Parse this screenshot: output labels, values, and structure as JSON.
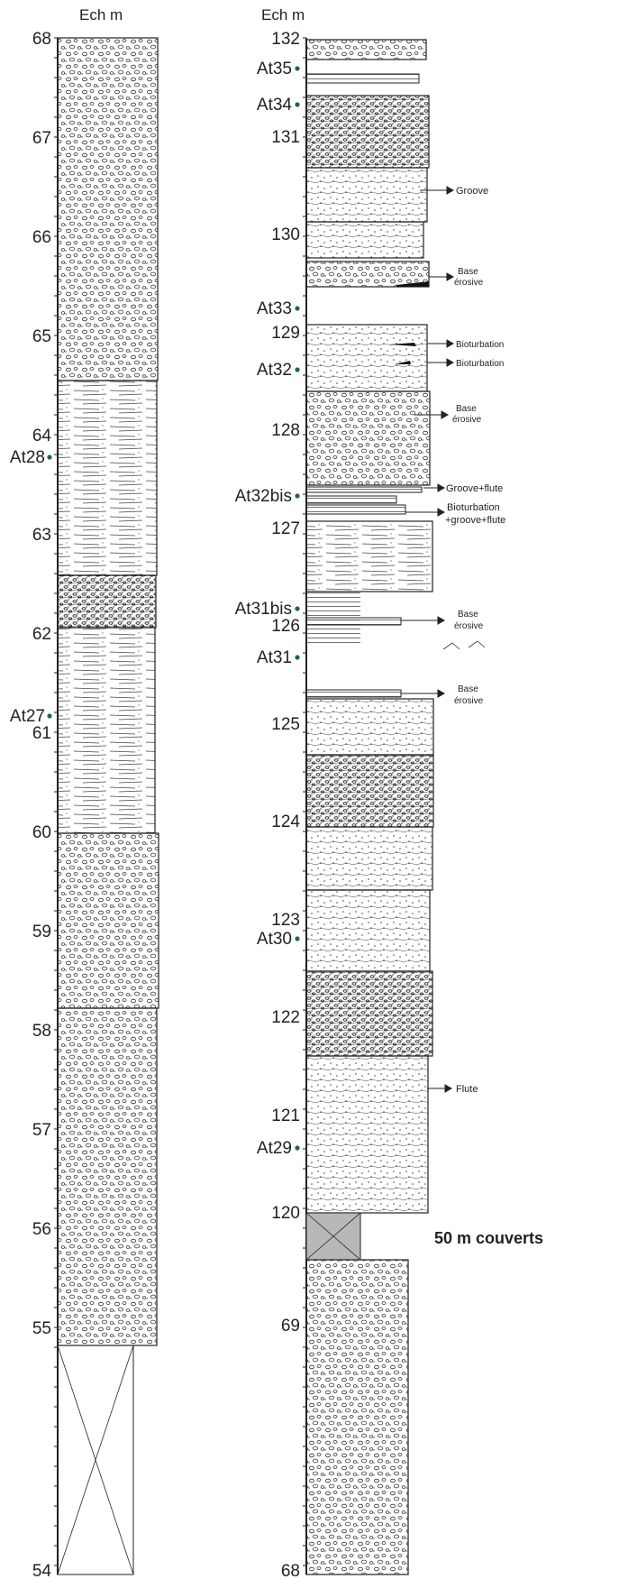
{
  "left_column": {
    "header": "Ech  m",
    "ticks": [
      "68",
      "67",
      "66",
      "65",
      "64",
      "63",
      "62",
      "61",
      "60",
      "59",
      "58",
      "57",
      "56",
      "55",
      "54"
    ],
    "samples": [
      "At28",
      "At27"
    ]
  },
  "right_column": {
    "header": "Ech  m",
    "ticks": [
      "132",
      "131",
      "130",
      "129",
      "128",
      "127",
      "126",
      "125",
      "124",
      "123",
      "122",
      "121",
      "120",
      "69",
      "68"
    ],
    "samples": [
      "At35",
      "At34",
      "At33",
      "At32",
      "At32bis",
      "At31bis",
      "At31",
      "At30",
      "At29"
    ],
    "annotations": {
      "groove": "Groove",
      "base_erosive_1": "Base",
      "base_erosive_1b": "érosive",
      "bioturbation_1": "Bioturbation",
      "bioturbation_2": "Bioturbation",
      "base_erosive_2": "Base",
      "base_erosive_2b": "érosive",
      "groove_flute": "Groove+flute",
      "bioturb_groove_flute_1": "Bioturbation",
      "bioturb_groove_flute_2": "+groove+flute",
      "base_erosive_3": "Base",
      "base_erosive_3b": "érosive",
      "base_erosive_4": "Base",
      "base_erosive_4b": "érosive",
      "flute": "Flute"
    },
    "covered_gap": "50 m couverts"
  },
  "colors": {
    "line": "#222222",
    "sample_dot": "#1e6b3a",
    "covered_fill": "#b8b8b8"
  }
}
